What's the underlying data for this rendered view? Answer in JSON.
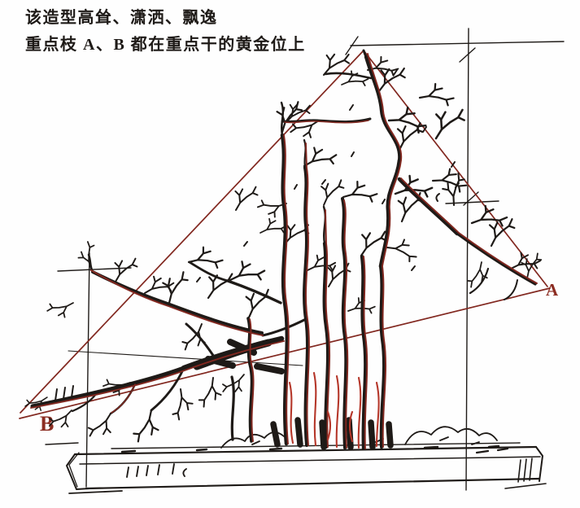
{
  "caption": {
    "line1": "该造型高耸、潇洒、飘逸",
    "line2": "重点枝 A、B 都在重点干的黄金位上"
  },
  "labels": {
    "a": "A",
    "b": "B"
  },
  "colors": {
    "bg": "#fefefe",
    "ink": "#1e1a17",
    "red": "#822820",
    "red_bright": "#b5372a",
    "label": "#8c2d22"
  }
}
